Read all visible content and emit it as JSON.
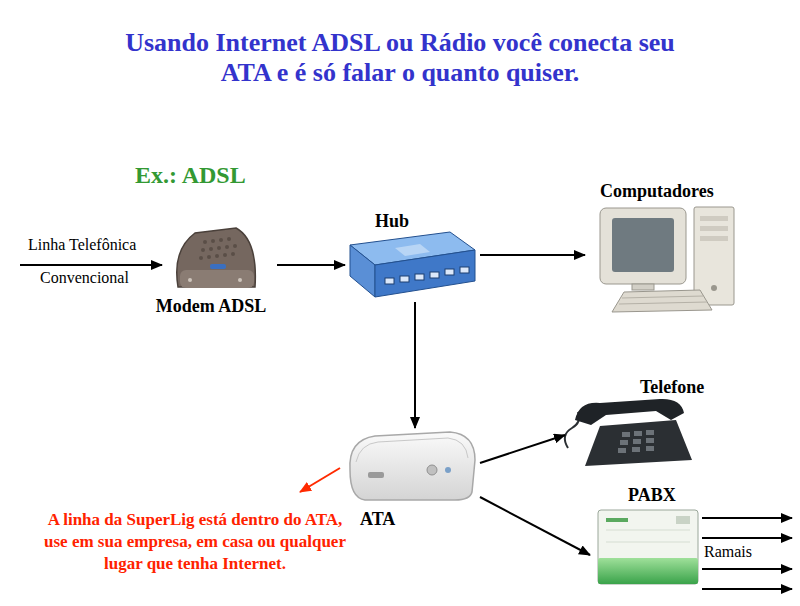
{
  "diagram": {
    "title": "Usando Internet ADSL ou Rádio você conecta seu ATA e é só falar o quanto quiser.",
    "nodes": [
      {
        "text": [
          "Modem ADSL"
        ]
      },
      {
        "text": [
          "Hub"
        ]
      },
      {
        "text": [
          "Computadores"
        ]
      },
      {
        "text": [
          "ATA"
        ]
      },
      {
        "text": [
          "Telefone"
        ]
      },
      {
        "text": [
          "PABX"
        ]
      }
    ],
    "edges": [
      {
        "from": 0,
        "to": 1,
        "arrow": "to"
      },
      {
        "from": 1,
        "to": 2,
        "arrow": "to"
      },
      {
        "from": 1,
        "to": 3,
        "arrow": "to"
      },
      {
        "from": 3,
        "to": 4,
        "arrow": "to"
      },
      {
        "from": 3,
        "to": 5,
        "arrow": "to"
      }
    ],
    "labels": [
      "Ex.: ADSL",
      "Linha Telefônica",
      "Convencional",
      "Ramais",
      "A linha da SuperLig está dentro do ATA, use em sua empresa, em casa ou qualquer lugar que tenha Internet."
    ]
  }
}
